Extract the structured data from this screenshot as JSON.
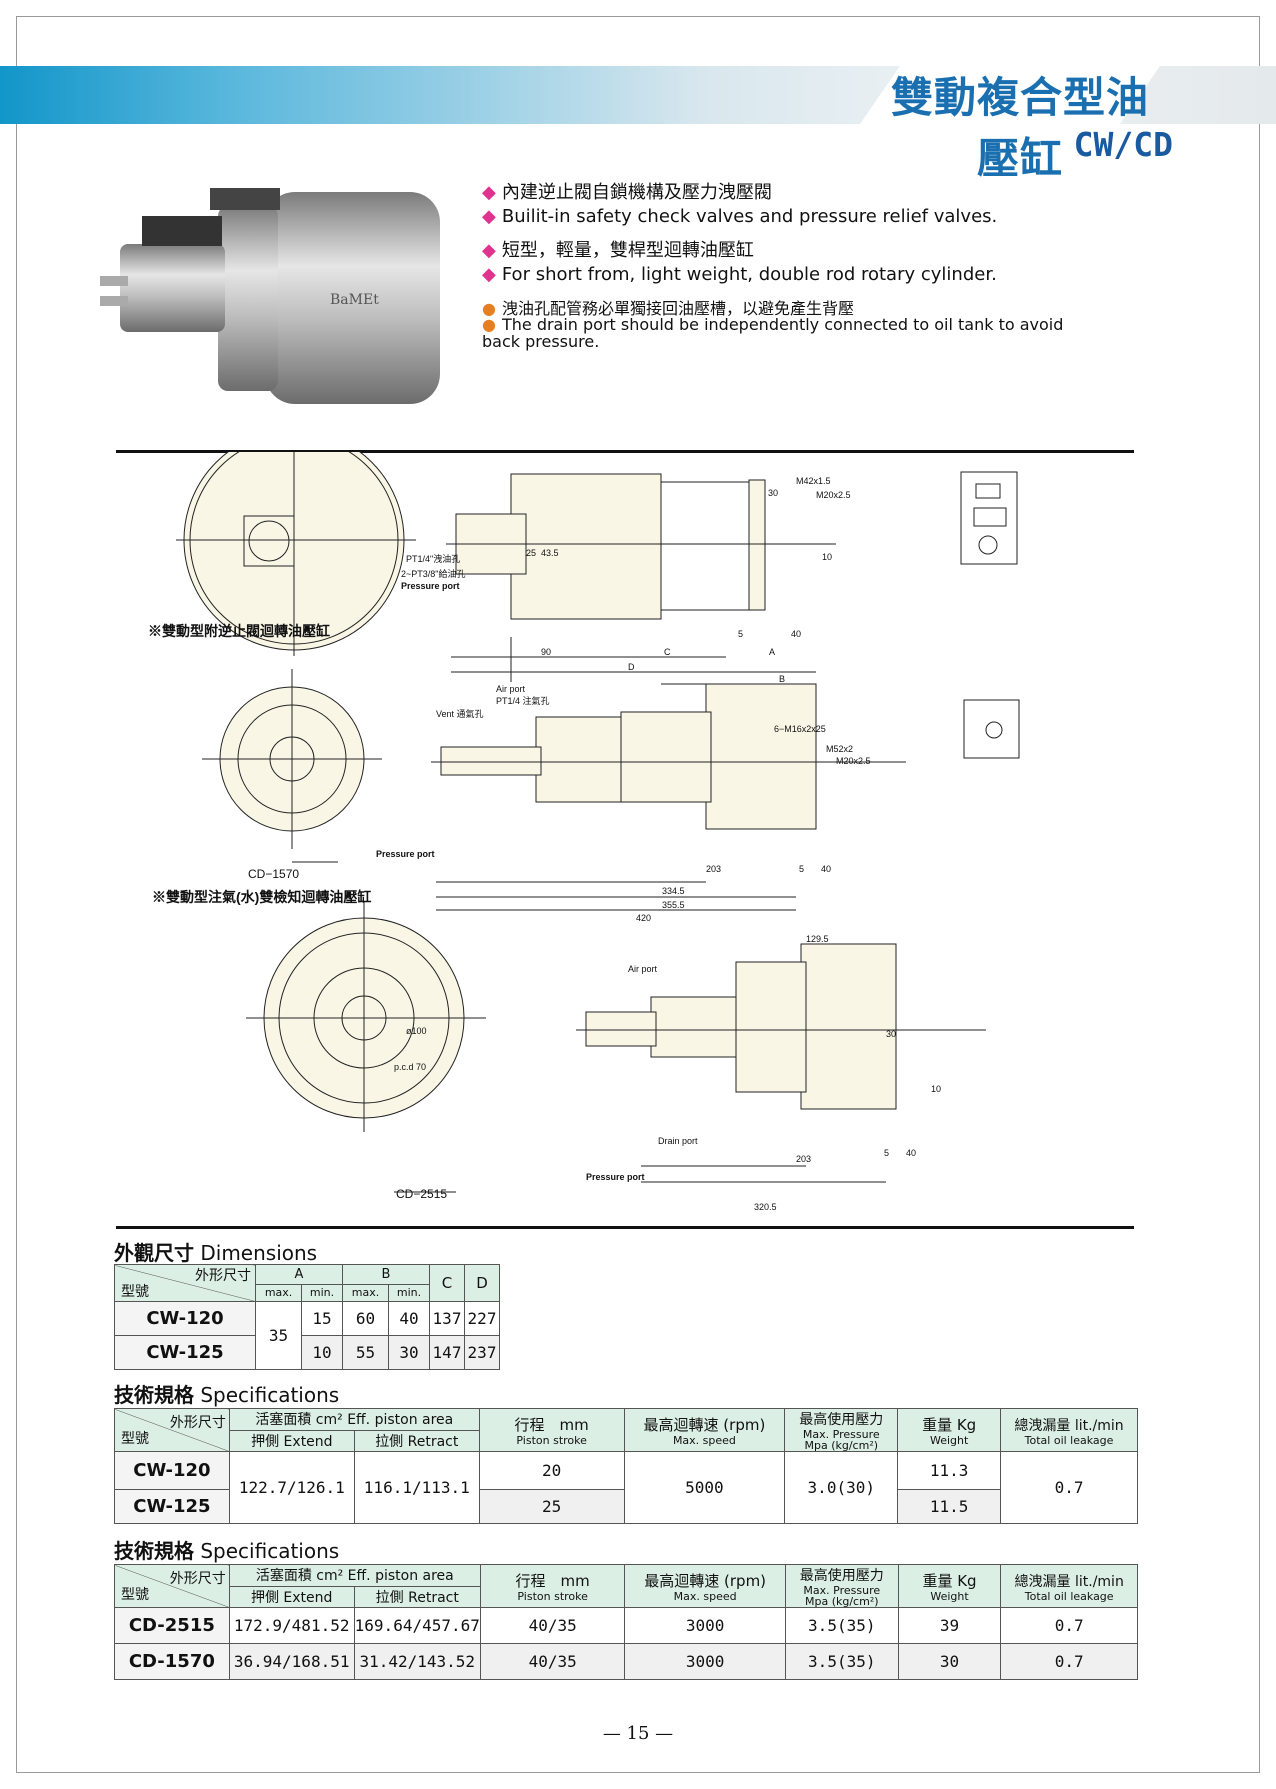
{
  "header": {
    "title": "雙動複合型油壓缸",
    "model": "CW/CD"
  },
  "photo": {
    "brand_mark": "BaMEt"
  },
  "features": [
    {
      "bullet": "diamond",
      "text": "內建逆止閥自鎖機構及壓力洩壓閥"
    },
    {
      "bullet": "diamond",
      "text": "Builit-in safety check valves and pressure relief valves."
    },
    {
      "bullet": "diamond",
      "text": "短型，輕量，雙桿型迴轉油壓缸"
    },
    {
      "bullet": "diamond",
      "text": "For short from, light weight, double rod rotary cylinder."
    },
    {
      "bullet": "dot",
      "text": "洩油孔配管務必單獨接回油壓槽，以避免產生背壓"
    },
    {
      "bullet": "dot",
      "text": "The drain port should be independently connected to oil tank to avoid back pressure."
    }
  ],
  "drawings": {
    "caption1": "※雙動型附逆止閥迴轉油壓缸",
    "caption2": "※雙動型注氣(水)雙檢知迴轉油壓缸",
    "label_cd1570": "CD−1570",
    "label_cd2515": "CD−2515",
    "dims1": {
      "d43_5": "43.5",
      "d25": "25",
      "d90": "90",
      "dC": "C",
      "dA": "A",
      "dD": "D",
      "dB": "B",
      "d5": "5",
      "d40": "40",
      "d30": "30",
      "d10": "10",
      "m42": "M42x1.5",
      "m20": "M20x2.5",
      "port1": "PT1/4\"洩油孔",
      "port2": "2~PT3/8\"給油孔",
      "port3": "Pressure port"
    },
    "dims2": {
      "d334_5": "334.5",
      "d355_5": "355.5",
      "d420": "420",
      "d203": "203",
      "d5": "5",
      "d40": "40",
      "air": "Air port",
      "pt": "PT1/4 注氣孔",
      "vent": "Vent 通氣孔",
      "press": "Pressure port",
      "m52": "M52x2",
      "m20": "M20x2.5",
      "m16": "6−M16x2x25"
    },
    "dims3": {
      "d129_5": "129.5",
      "d203": "203",
      "d320_5": "320.5",
      "d5": "5",
      "d40": "40",
      "d10": "10",
      "d30": "30",
      "air": "Air port",
      "drain": "Drain port",
      "press": "Pressure port",
      "pcd": "p.c.d 70",
      "d100": "ø100"
    }
  },
  "dimensions": {
    "title_zh": "外觀尺寸",
    "title_en": "Dimensions",
    "corner_top": "外形尺寸",
    "corner_bottom": "型號",
    "cols": {
      "A": "A",
      "B": "B",
      "C": "C",
      "D": "D",
      "max": "max.",
      "min": "min."
    },
    "rows": [
      {
        "model": "CW-120",
        "a_max": "35",
        "a_min": "15",
        "b_max": "60",
        "b_min": "40",
        "c": "137",
        "d": "227"
      },
      {
        "model": "CW-125",
        "a_max": "35",
        "a_min": "10",
        "b_max": "55",
        "b_min": "30",
        "c": "147",
        "d": "237"
      }
    ]
  },
  "spec_headers": {
    "corner_top": "外形尺寸",
    "corner_bottom": "型號",
    "area": "活塞面積 cm² Eff. piston area",
    "extend": "押側 Extend",
    "retract": "拉側 Retract",
    "stroke_zh": "行程　mm",
    "stroke_en": "Piston stroke",
    "speed_zh": "最高迴轉速 (rpm)",
    "speed_en": "Max. speed",
    "press_zh": "最高使用壓力",
    "press_en": "Max. Pressure",
    "press_unit": "Mpa (kg/cm²)",
    "weight_zh": "重量 Kg",
    "weight_en": "Weight",
    "leak_zh": "總洩漏量 lit./min",
    "leak_en": "Total oil leakage"
  },
  "spec1": {
    "title_zh": "技術規格",
    "title_en": "Specifications",
    "rows": [
      {
        "model": "CW-120",
        "extend": "122.7/126.1",
        "retract": "116.1/113.1",
        "stroke": "20",
        "speed": "5000",
        "pressure": "3.0(30)",
        "weight": "11.3",
        "leak": "0.7"
      },
      {
        "model": "CW-125",
        "extend": "122.7/126.1",
        "retract": "116.1/113.1",
        "stroke": "25",
        "speed": "5000",
        "pressure": "3.0(30)",
        "weight": "11.5",
        "leak": "0.7"
      }
    ]
  },
  "spec2": {
    "title_zh": "技術規格",
    "title_en": "Specifications",
    "rows": [
      {
        "model": "CD-2515",
        "extend": "172.9/481.52",
        "retract": "169.64/457.67",
        "stroke": "40/35",
        "speed": "3000",
        "pressure": "3.5(35)",
        "weight": "39",
        "leak": "0.7"
      },
      {
        "model": "CD-1570",
        "extend": "36.94/168.51",
        "retract": "31.42/143.52",
        "stroke": "40/35",
        "speed": "3000",
        "pressure": "3.5(35)",
        "weight": "30",
        "leak": "0.7"
      }
    ]
  },
  "footer": {
    "page": "— 15 —"
  }
}
